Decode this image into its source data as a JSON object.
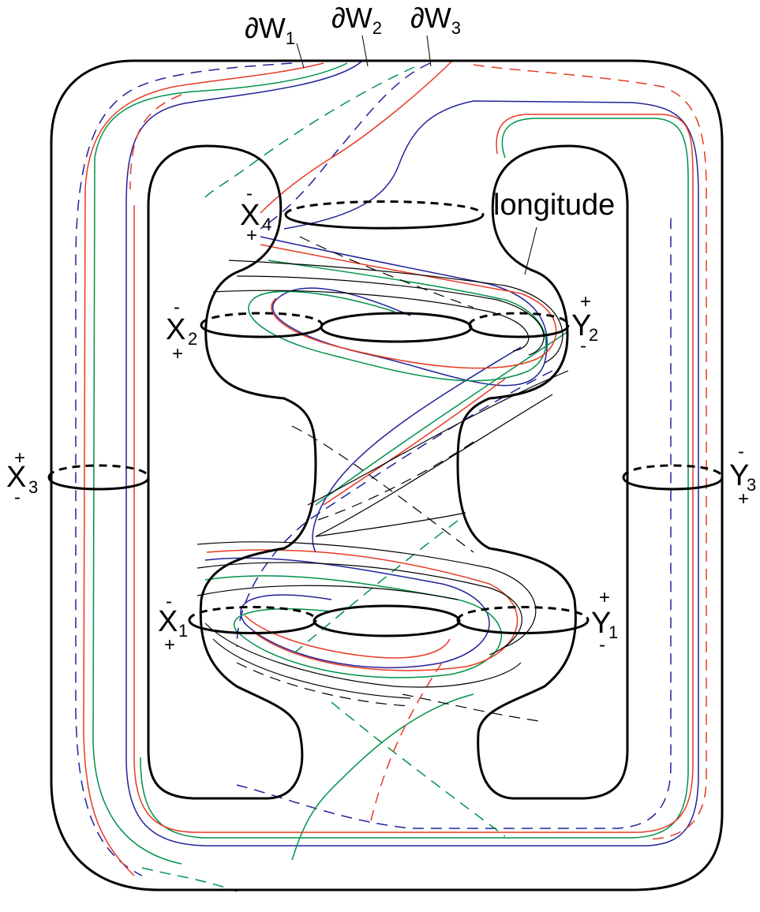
{
  "curve_colors": {
    "w1": "#22229a",
    "w2": "#00924a",
    "w3": "#e83a22",
    "surface": "#000000"
  },
  "boundary_labels": [
    {
      "base": "∂W",
      "sub": "1"
    },
    {
      "base": "∂W",
      "sub": "2"
    },
    {
      "base": "∂W",
      "sub": "3"
    }
  ],
  "longitude_label": "longitude",
  "handles": {
    "x4": {
      "base": "X",
      "sub": "4",
      "top": "-",
      "bottom": "+"
    },
    "x2": {
      "base": "X",
      "sub": "2",
      "top": "-",
      "bottom": "+"
    },
    "y2": {
      "base": "Y",
      "sub": "2",
      "top": "+",
      "bottom": "-"
    },
    "x3": {
      "base": "X",
      "sub": "3",
      "top": "+",
      "bottom": "-"
    },
    "y3": {
      "base": "Y",
      "sub": "3",
      "top": "-",
      "bottom": "+"
    },
    "x1": {
      "base": "X",
      "sub": "1",
      "top": "-",
      "bottom": "+"
    },
    "y1": {
      "base": "Y",
      "sub": "1",
      "top": "+",
      "bottom": "-"
    }
  }
}
